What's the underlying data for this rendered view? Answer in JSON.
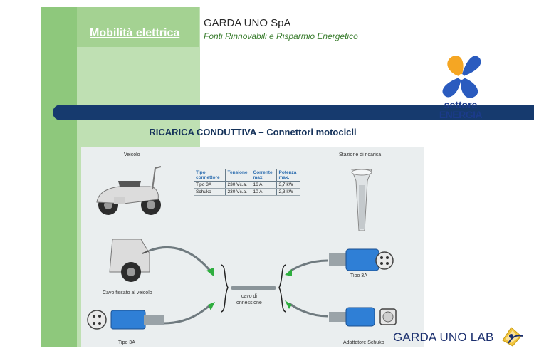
{
  "header": {
    "brand": "Mobilità elettrica",
    "company": "GARDA UNO SpA",
    "subtitle": "Fonti Rinnovabili e Risparmio Energetico"
  },
  "logo": {
    "line1": "settore",
    "line2": "ENERGIA"
  },
  "slide": {
    "title": "RICARICA CONDUTTIVA – Connettori motocicli"
  },
  "diagram": {
    "label_vehicle": "Veicolo",
    "label_station": "Stazione di ricarica",
    "label_fixed_cable": "Cavo fissato al veicolo",
    "label_type3a_left": "Tipo 3A",
    "label_type3a_right": "Tipo 3A",
    "label_schuko_adapter": "Adattatore Schuko",
    "label_cable": "cavo di\nonnessione",
    "table": {
      "headers": [
        "Tipo connettore",
        "Tensione",
        "Corrente max.",
        "Potenza max."
      ],
      "rows": [
        [
          "Tipo 3A",
          "230 Vc.a.",
          "16 A",
          "3,7 kW"
        ],
        [
          "Schuko",
          "230 Vc.a.",
          "10 A",
          "2,3 kW"
        ]
      ]
    }
  },
  "footer": {
    "brand": "GARDA UNO",
    "lab": "LAB"
  },
  "colors": {
    "accent_blue": "#163a6e",
    "green": "#8ec87c",
    "light_green": "#bfe0b3"
  }
}
